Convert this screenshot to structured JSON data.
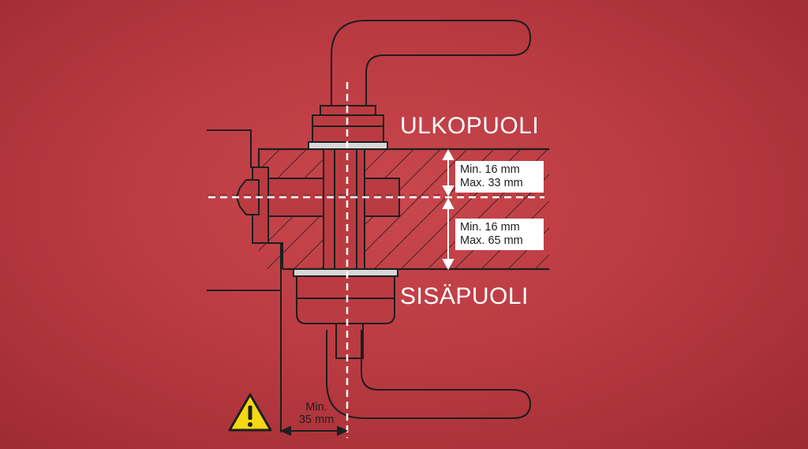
{
  "labels": {
    "outside": "ULKOPUOLI",
    "inside": "SISÄPUOLI"
  },
  "dimensions": {
    "thin_part": {
      "min": "Min. 16 mm",
      "max": "Max. 33 mm"
    },
    "thick_part": {
      "min": "Min. 16 mm",
      "max": "Max. 65 mm"
    },
    "backset": {
      "line1": "Min.",
      "line2": "35 mm"
    }
  },
  "icons": {
    "warning": "warning-triangle-icon"
  },
  "colors": {
    "background": "#bb3b42",
    "line": "#1e1e1e",
    "text_white": "#ffffff",
    "warning_yellow": "#f4d812"
  }
}
